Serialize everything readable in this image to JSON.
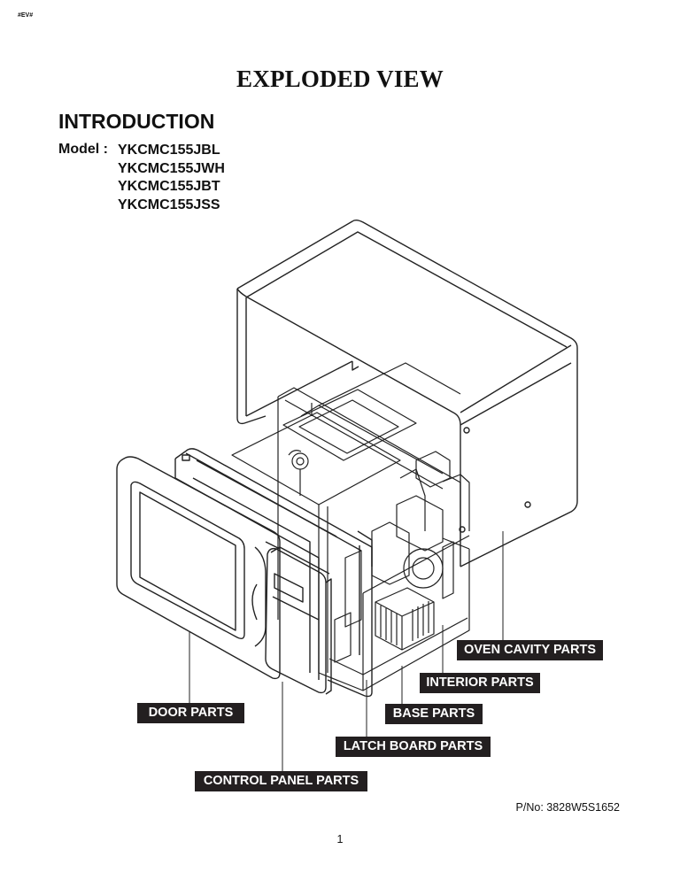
{
  "header": {
    "tag": "#EV#",
    "title": "EXPLODED VIEW"
  },
  "intro": {
    "heading": "INTRODUCTION",
    "model_label": "Model :",
    "models": [
      "YKCMC155JBL",
      "YKCMC155JWH",
      "YKCMC155JBT",
      "YKCMC155JSS"
    ]
  },
  "callouts": {
    "oven_cavity": "OVEN CAVITY PARTS",
    "interior": "INTERIOR PARTS",
    "door": "DOOR PARTS",
    "base": "BASE PARTS",
    "latch_board": "LATCH BOARD PARTS",
    "control_panel": "CONTROL PANEL PARTS"
  },
  "footer": {
    "part_number": "P/No: 3828W5S1652",
    "page": "1"
  }
}
